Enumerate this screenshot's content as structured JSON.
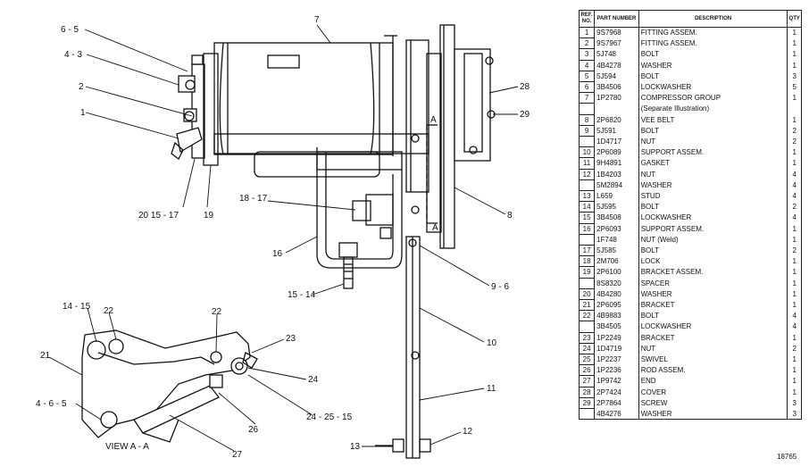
{
  "callouts": {
    "c65": "6 - 5",
    "c43": "4 - 3",
    "c2": "2",
    "c1": "1",
    "c20": "20  15 - 17",
    "c19": "19",
    "c7": "7",
    "c28": "28",
    "c29": "29",
    "c8": "8",
    "c1817": "18 - 17",
    "c16": "16",
    "c1514": "15 - 14",
    "c96": "9 - 6",
    "c10": "10",
    "c11": "11",
    "c12": "12",
    "c13": "13",
    "c1415": "14 - 15",
    "c22a": "22",
    "c22b": "22",
    "c21": "21",
    "c23": "23",
    "c24": "24",
    "c465": "4 - 6 - 5",
    "c26": "26",
    "c242515": "24 - 25 - 15",
    "c27": "27",
    "section_a1": "A",
    "section_a2": "A",
    "view_label": "VIEW  A - A"
  },
  "table": {
    "headers": {
      "ref": "REF. NO.",
      "part": "PART NUMBER",
      "desc": "DESCRIPTION",
      "qty": "QTY"
    },
    "rows": [
      {
        "ref": "1",
        "pn": "9S7968",
        "desc": "FITTING ASSEM.",
        "qty": "1"
      },
      {
        "ref": "2",
        "pn": "9S7967",
        "desc": "FITTING ASSEM.",
        "qty": "1"
      },
      {
        "ref": "3",
        "pn": "5J748",
        "desc": "BOLT",
        "qty": "1"
      },
      {
        "ref": "4",
        "pn": "4B4278",
        "desc": "WASHER",
        "qty": "1"
      },
      {
        "ref": "5",
        "pn": "5J594",
        "desc": "BOLT",
        "qty": "3"
      },
      {
        "ref": "6",
        "pn": "3B4506",
        "desc": "LOCKWASHER",
        "qty": "5"
      },
      {
        "ref": "7",
        "pn": "1P2780",
        "desc": "COMPRESSOR GROUP",
        "qty": "1"
      },
      {
        "ref": "",
        "pn": "",
        "desc": "(Separate Illustration)",
        "qty": ""
      },
      {
        "ref": "8",
        "pn": "2P6820",
        "desc": "VEE BELT",
        "qty": "1"
      },
      {
        "ref": "9",
        "pn": "5J591",
        "desc": "BOLT",
        "qty": "2"
      },
      {
        "ref": "",
        "pn": "1D4717",
        "desc": "NUT",
        "qty": "2"
      },
      {
        "ref": "10",
        "pn": "2P6089",
        "desc": "SUPPORT ASSEM.",
        "qty": "1"
      },
      {
        "ref": "11",
        "pn": "9H4891",
        "desc": "GASKET",
        "qty": "1"
      },
      {
        "ref": "12",
        "pn": "1B4203",
        "desc": "NUT",
        "qty": "4"
      },
      {
        "ref": "",
        "pn": "5M2894",
        "desc": "WASHER",
        "qty": "4"
      },
      {
        "ref": "13",
        "pn": "L659",
        "desc": "STUD",
        "qty": "4"
      },
      {
        "ref": "14",
        "pn": "5J595",
        "desc": "BOLT",
        "qty": "2"
      },
      {
        "ref": "15",
        "pn": "3B4508",
        "desc": "LOCKWASHER",
        "qty": "4"
      },
      {
        "ref": "16",
        "pn": "2P6093",
        "desc": "SUPPORT ASSEM.",
        "qty": "1"
      },
      {
        "ref": "",
        "pn": "1F748",
        "desc": "NUT        (Weld)",
        "qty": "1"
      },
      {
        "ref": "17",
        "pn": "5J585",
        "desc": "BOLT",
        "qty": "2"
      },
      {
        "ref": "18",
        "pn": "2M706",
        "desc": "LOCK",
        "qty": "1"
      },
      {
        "ref": "19",
        "pn": "2P6100",
        "desc": "BRACKET ASSEM.",
        "qty": "1"
      },
      {
        "ref": "",
        "pn": "8S8320",
        "desc": "SPACER",
        "qty": "1"
      },
      {
        "ref": "20",
        "pn": "4B4280",
        "desc": "WASHER",
        "qty": "1"
      },
      {
        "ref": "21",
        "pn": "2P6095",
        "desc": "BRACKET",
        "qty": "1"
      },
      {
        "ref": "22",
        "pn": "4B9883",
        "desc": "BOLT",
        "qty": "4"
      },
      {
        "ref": "",
        "pn": "3B4505",
        "desc": "LOCKWASHER",
        "qty": "4"
      },
      {
        "ref": "23",
        "pn": "1P2249",
        "desc": "BRACKET",
        "qty": "1"
      },
      {
        "ref": "24",
        "pn": "1D4719",
        "desc": "NUT",
        "qty": "2"
      },
      {
        "ref": "25",
        "pn": "1P2237",
        "desc": "SWIVEL",
        "qty": "1"
      },
      {
        "ref": "26",
        "pn": "1P2236",
        "desc": "ROD ASSEM.",
        "qty": "1"
      },
      {
        "ref": "27",
        "pn": "1P9742",
        "desc": "END",
        "qty": "1"
      },
      {
        "ref": "28",
        "pn": "2P7424",
        "desc": "COVER",
        "qty": "1"
      },
      {
        "ref": "29",
        "pn": "2P7864",
        "desc": "SCREW",
        "qty": "3"
      },
      {
        "ref": "",
        "pn": "4B4276",
        "desc": "WASHER",
        "qty": "3"
      }
    ]
  },
  "drawing_number": "18765"
}
